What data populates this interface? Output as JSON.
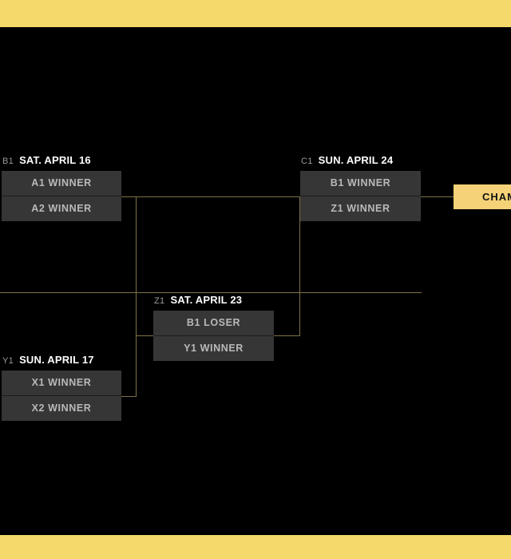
{
  "theme": {
    "background": "#000000",
    "accent": "#f5d96b",
    "champion_bg": "#f5d277",
    "connector": "#7e7148",
    "slot_bg": "#363636",
    "slot_text": "#b9b9b9",
    "label_text": "#ffffff",
    "code_text": "#9b9b9b"
  },
  "bracket": {
    "matches": [
      {
        "code": "B1",
        "date": "SAT. APRIL 16",
        "slots": [
          "A1 WINNER",
          "A2 WINNER"
        ]
      },
      {
        "code": "C1",
        "date": "SUN. APRIL 24",
        "slots": [
          "B1 WINNER",
          "Z1 WINNER"
        ]
      },
      {
        "code": "Z1",
        "date": "SAT. APRIL 23",
        "slots": [
          "B1 LOSER",
          "Y1 WINNER"
        ]
      },
      {
        "code": "Y1",
        "date": "SUN. APRIL 17",
        "slots": [
          "X1 WINNER",
          "X2 WINNER"
        ]
      }
    ],
    "champion": {
      "label": "CHAMPION"
    }
  }
}
